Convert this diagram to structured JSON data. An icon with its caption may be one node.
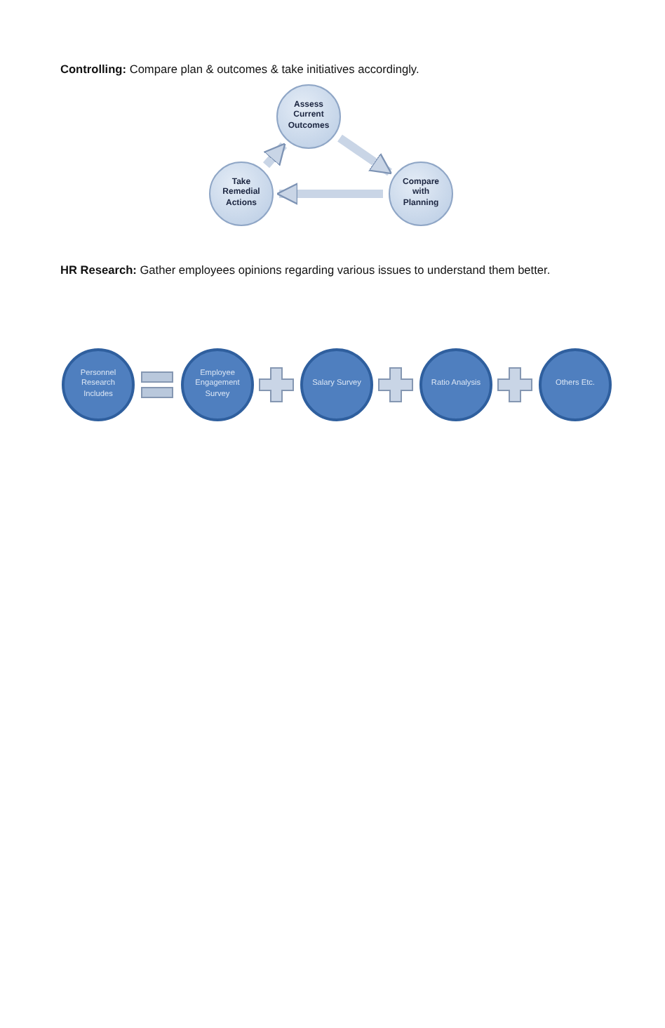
{
  "diagram": {
    "nodes": [
      {
        "text": [
          "Assess Current Outcomes"
        ]
      },
      {
        "text": [
          "Compare with Planning"
        ]
      },
      {
        "text": [
          "Take Remedial Actions"
        ]
      },
      {
        "text": [
          "Personnel Research Includes"
        ]
      },
      {
        "text": [
          "Employee Engagement Survey"
        ]
      },
      {
        "text": [
          "Salary Survey"
        ]
      },
      {
        "text": [
          "Ratio Analysis"
        ]
      },
      {
        "text": [
          "Others Etc."
        ]
      }
    ],
    "edges": [
      {
        "from": 0,
        "to": 1,
        "arrow": "to"
      },
      {
        "from": 1,
        "to": 2,
        "arrow": "to"
      },
      {
        "from": 2,
        "to": 0,
        "arrow": "to"
      }
    ],
    "labels": [
      "**Controlling:** Compare plan & outcomes & take initiatives accordingly.",
      "**HR Research:** Gather employees opinions regarding various issues to understand them better."
    ]
  }
}
